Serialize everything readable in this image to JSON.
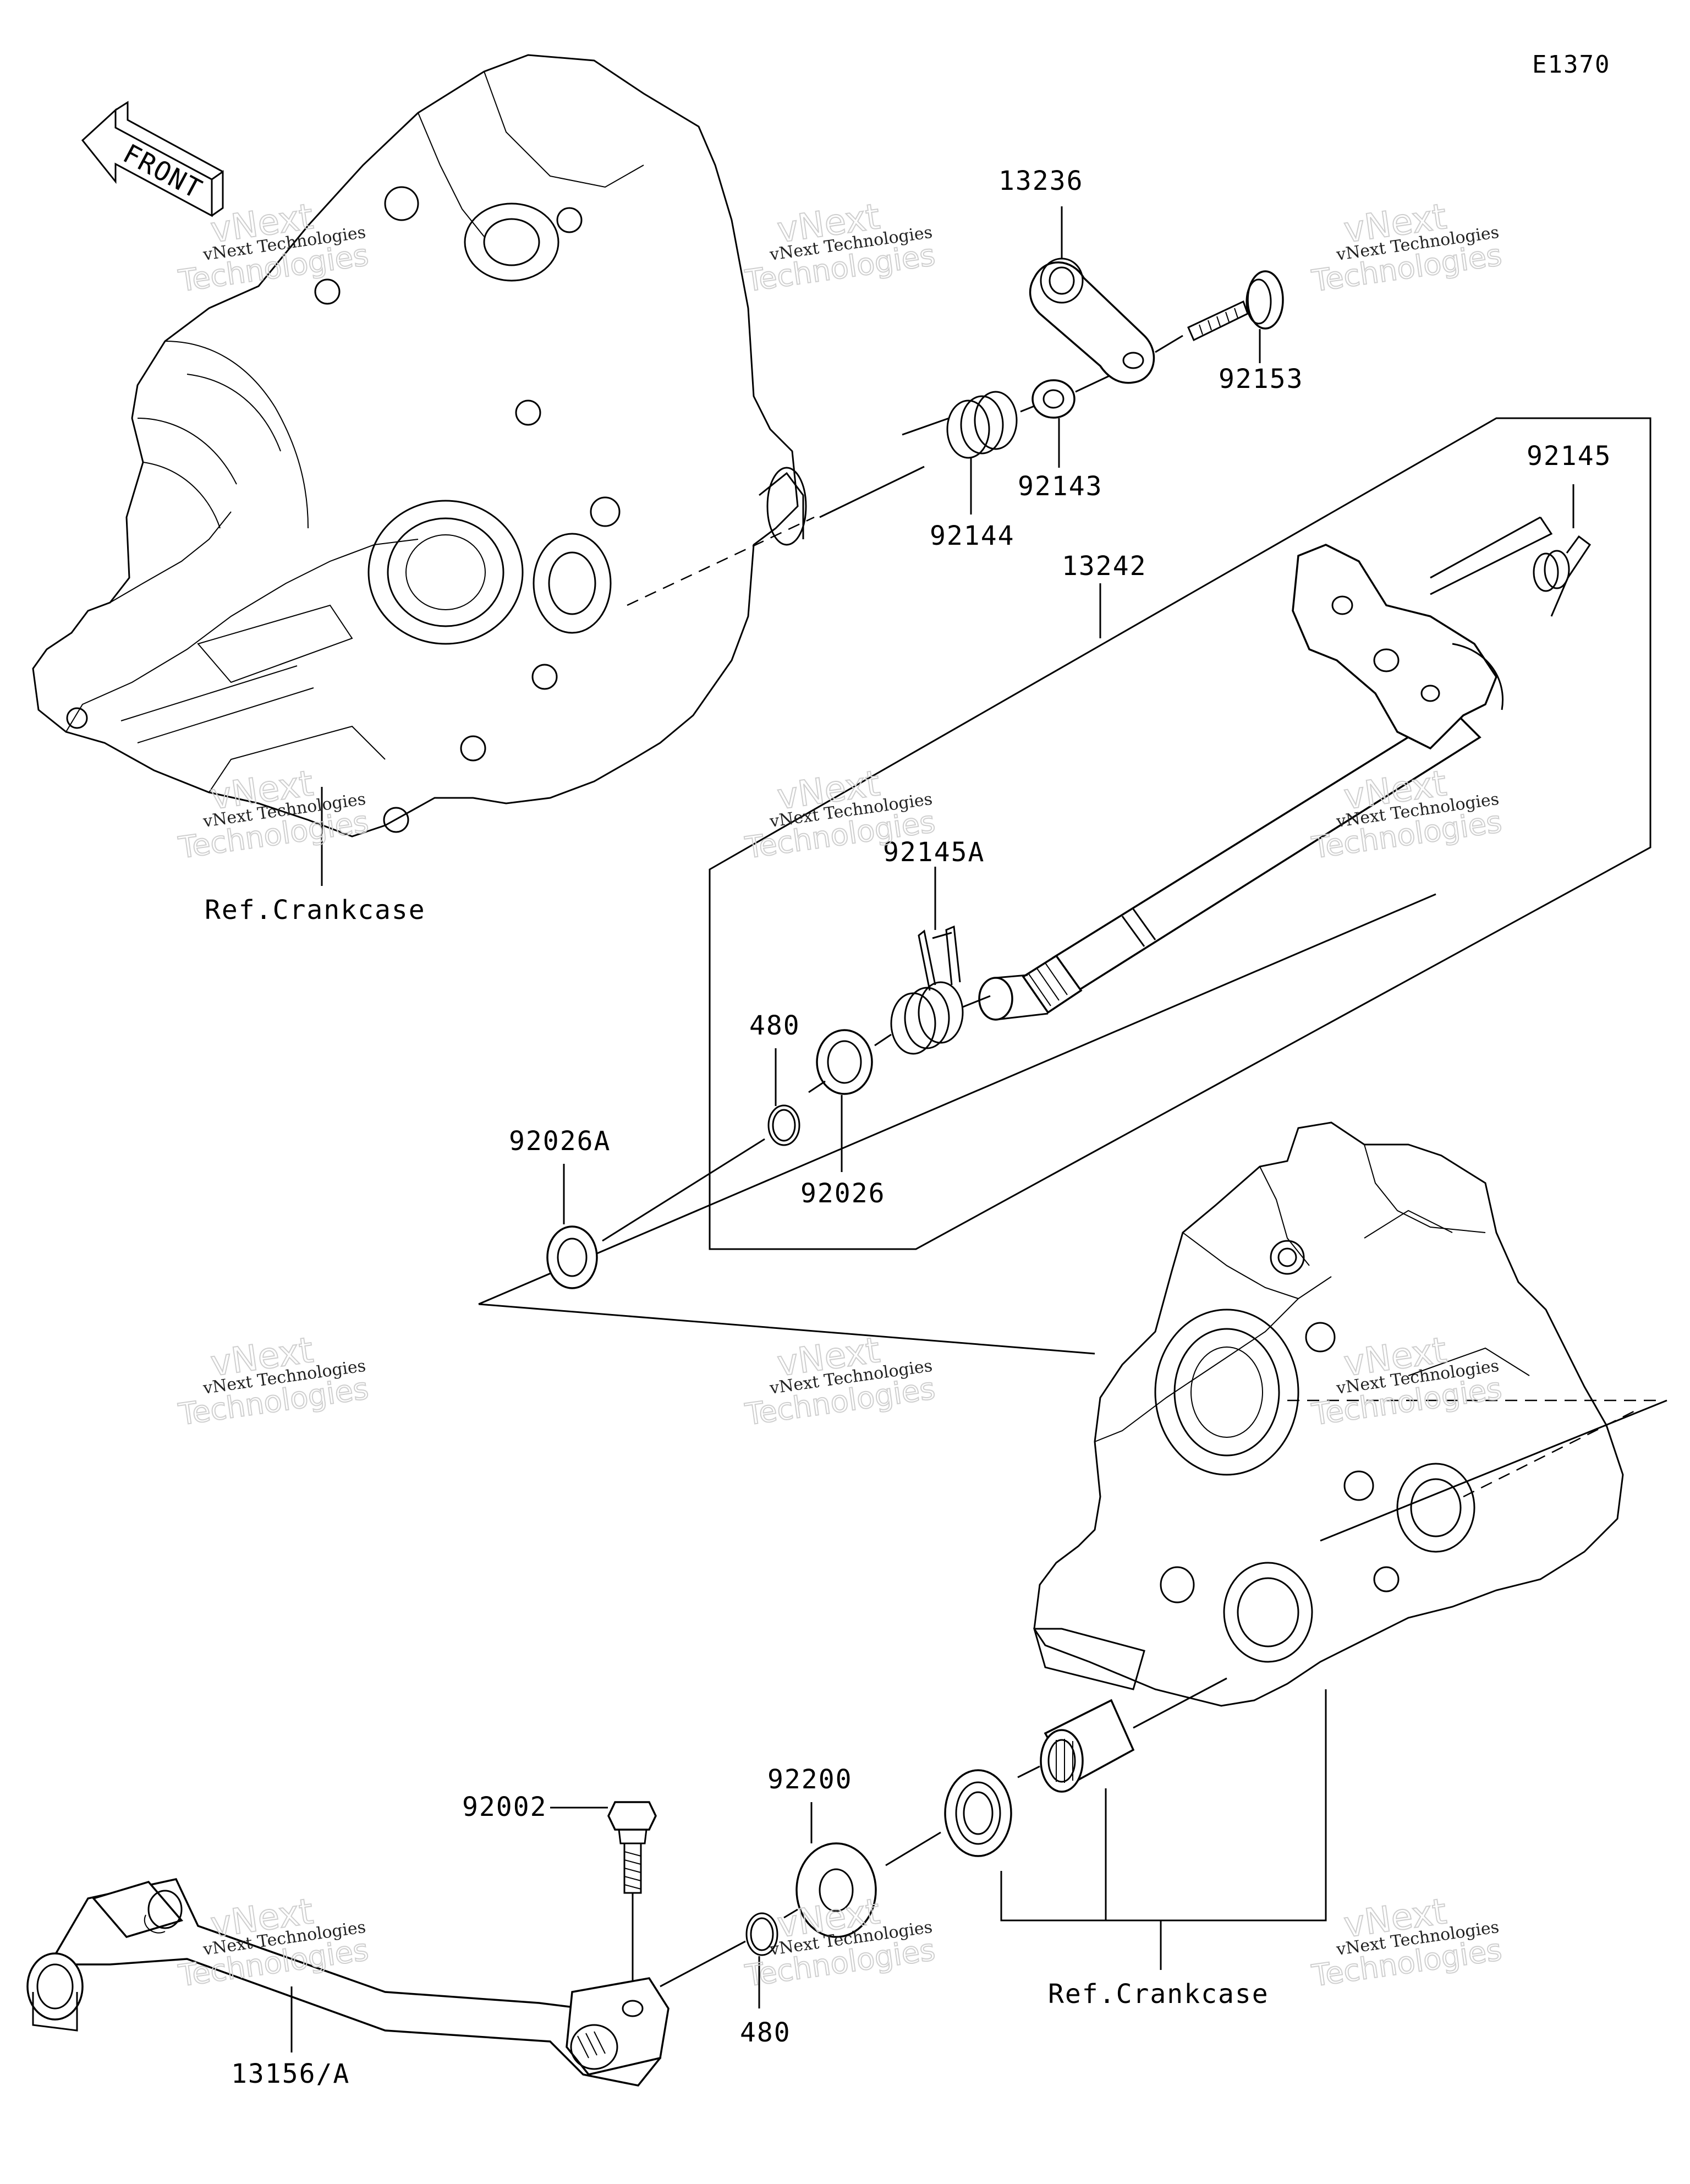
{
  "diagram_code": "E1370",
  "front_arrow": {
    "label": "FRONT",
    "icon": "front-arrow-icon"
  },
  "parts": [
    {
      "id": "13236",
      "label": "13236"
    },
    {
      "id": "92153",
      "label": "92153"
    },
    {
      "id": "92143",
      "label": "92143"
    },
    {
      "id": "92144",
      "label": "92144"
    },
    {
      "id": "92145",
      "label": "92145"
    },
    {
      "id": "13242",
      "label": "13242"
    },
    {
      "id": "92145A",
      "label": "92145A"
    },
    {
      "id": "480_upper",
      "label": "480"
    },
    {
      "id": "92026A",
      "label": "92026A"
    },
    {
      "id": "92026",
      "label": "92026"
    },
    {
      "id": "92200",
      "label": "92200"
    },
    {
      "id": "92002",
      "label": "92002"
    },
    {
      "id": "480_lower",
      "label": "480"
    },
    {
      "id": "13156A",
      "label": "13156/A"
    }
  ],
  "references": {
    "crankcase_upper": "Ref.Crankcase",
    "crankcase_lower": "Ref.Crankcase"
  },
  "watermark": {
    "small": "vNext Technologies",
    "top": "vNext",
    "bottom": "Technologies"
  }
}
